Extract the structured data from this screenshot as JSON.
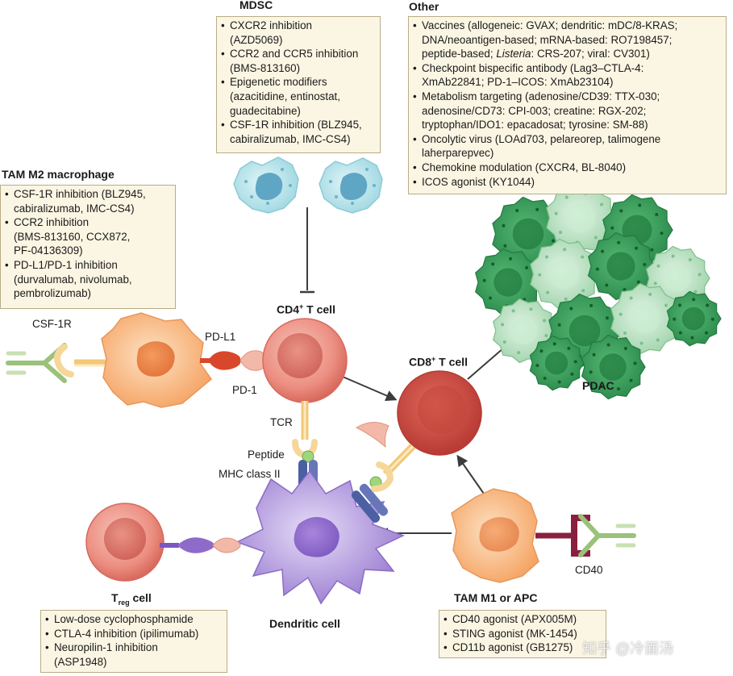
{
  "headings": {
    "mdsc": "MDSC",
    "other": "Other",
    "tam_m2": "TAM M2 macrophage",
    "cd4": "CD4",
    "cd4_sup": "+",
    "cd4_tail": " T cell",
    "cd8": "CD8",
    "cd8_sup": "+",
    "cd8_tail": " T cell",
    "pdac": "PDAC",
    "treg_t": "T",
    "treg_sub": "reg",
    "treg_tail": " cell",
    "dendritic": "Dendritic cell",
    "tam_m1": "TAM M1 or APC"
  },
  "labels": {
    "csf1r": "CSF-1R",
    "pdl1": "PD-L1",
    "pd1": "PD-1",
    "tcr": "TCR",
    "peptide": "Peptide",
    "mhc": "MHC class II",
    "cd40": "CD40"
  },
  "boxes": {
    "mdsc": [
      {
        "a": "CXCR2 inhibition",
        "b": "(AZD5069)"
      },
      {
        "a": "CCR2 and CCR5 inhibition",
        "b": "(BMS-813160)"
      },
      {
        "a": "Epigenetic modifiers",
        "b": "(azacitidine, entinostat,",
        "c": "guadecitabine)"
      },
      {
        "a": "CSF-1R inhibition (BLZ945,",
        "b": "cabiralizumab, IMC-CS4)"
      }
    ],
    "other": [
      {
        "a": "Vaccines (allogeneic: GVAX; dendritic: mDC/8-KRAS;",
        "b": "DNA/neoantigen-based; mRNA-based: RO7198457;",
        "c1": "peptide-based; ",
        "c2": "Listeria",
        "c3": ": CRS-207; viral: CV301)"
      },
      {
        "a": "Checkpoint bispecific antibody (Lag3–CTLA-4:",
        "b": "XmAb22841; PD-1–ICOS: XmAb23104)"
      },
      {
        "a": "Metabolism targeting (adenosine/CD39: TTX-030;",
        "b": "adenosine/CD73: CPI-003; creatine: RGX-202;",
        "c": "tryptophan/IDO1: epacadosat; tyrosine: SM-88)"
      },
      {
        "a": "Oncolytic virus (LOAd703, pelareorep, talimogene",
        "b": "laherparepvec)"
      },
      {
        "a": "Chemokine modulation (CXCR4, BL-8040)"
      },
      {
        "a": "ICOS agonist (KY1044)"
      }
    ],
    "tam_m2": [
      {
        "a": "CSF-1R inhibition (BLZ945,",
        "b": "cabiralizumab, IMC-CS4)"
      },
      {
        "a": "CCR2 inhibition",
        "b": "(BMS-813160, CCX872,",
        "c": "PF-04136309)"
      },
      {
        "a": "PD-L1/PD-1 inhibition",
        "b": "(durvalumab, nivolumab,",
        "c": "pembrolizumab)"
      }
    ],
    "treg": [
      {
        "a": "Low-dose cyclophosphamide"
      },
      {
        "a": "CTLA-4 inhibition (ipilimumab)"
      },
      {
        "a": "Neuropilin-1 inhibition",
        "b": "(ASP1948)"
      }
    ],
    "tam_m1": [
      {
        "a": "CD40 agonist (APX005M)"
      },
      {
        "a": "STING agonist (MK-1454)"
      },
      {
        "a": "CD11b agonist (GB1275)"
      }
    ]
  },
  "watermark": "知乎 @冷面汤",
  "colors": {
    "mdsc_cell": "#b7e3ea",
    "macrophage": "#f7b27a",
    "t_cell": "#e87f74",
    "dendritic": "#a58ad6",
    "tumor_dark": "#2e9c57",
    "tumor_light": "#a9dcb3",
    "box_fill": "#fbf6e3",
    "pdl1": "#d9472b",
    "mhc": "#4b5fa3",
    "cd40": "#8a2040",
    "antibody": "#9ac27a"
  }
}
